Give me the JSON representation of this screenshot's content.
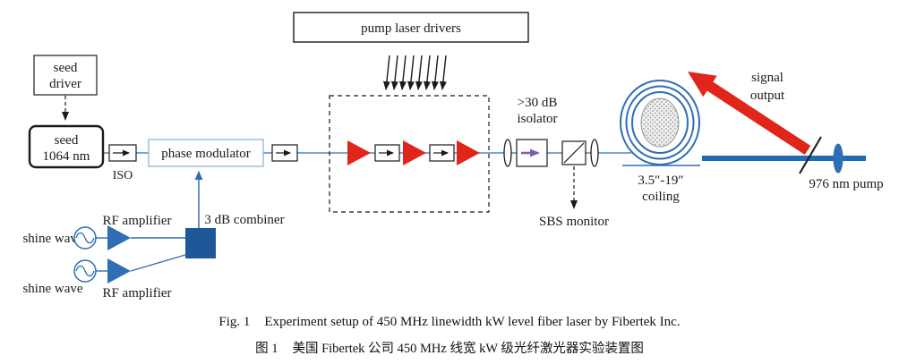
{
  "diagram": {
    "pump_laser_drivers_label": "pump laser drivers",
    "seed_driver": {
      "line1": "seed",
      "line2": "driver"
    },
    "seed_laser": {
      "line1": "seed",
      "line2": "1064 nm"
    },
    "iso_label": "ISO",
    "phase_modulator_label": "phase modulator",
    "isolator_label": {
      "line1": ">30 dB",
      "line2": "isolator"
    },
    "sbs_monitor_label": "SBS monitor",
    "coil_label": {
      "line1": "3.5″-19″",
      "line2": "coiling"
    },
    "signal_output_label": {
      "line1": "signal",
      "line2": "output"
    },
    "pump_label": "976 nm pump",
    "rf_top": {
      "source_label": "shine wave",
      "amp_label": "RF amplifier"
    },
    "rf_bottom": {
      "source_label": "shine wave",
      "amp_label": "RF amplifier"
    },
    "combiner_label": "3 dB combiner"
  },
  "caption": {
    "fig_en_label": "Fig. 1",
    "fig_en_text": "Experiment setup of 450 MHz linewidth kW level fiber laser by Fibertek Inc.",
    "fig_cn_label": "图 1",
    "fig_cn_text": "美国 Fibertek 公司 450 MHz 线宽 kW 级光纤激光器实验装置图"
  },
  "colors": {
    "amplifier_red": "#e0251b",
    "signal_arrow_red": "#e0251b",
    "diagram_blue": "#2f6db4",
    "fiber_line_blue": "#4b8ac2",
    "combiner_fill_blue": "#1f5899",
    "pump_beam_blue": "#1f6cb5",
    "isolator_arrow_purple": "#7a5fb5"
  }
}
